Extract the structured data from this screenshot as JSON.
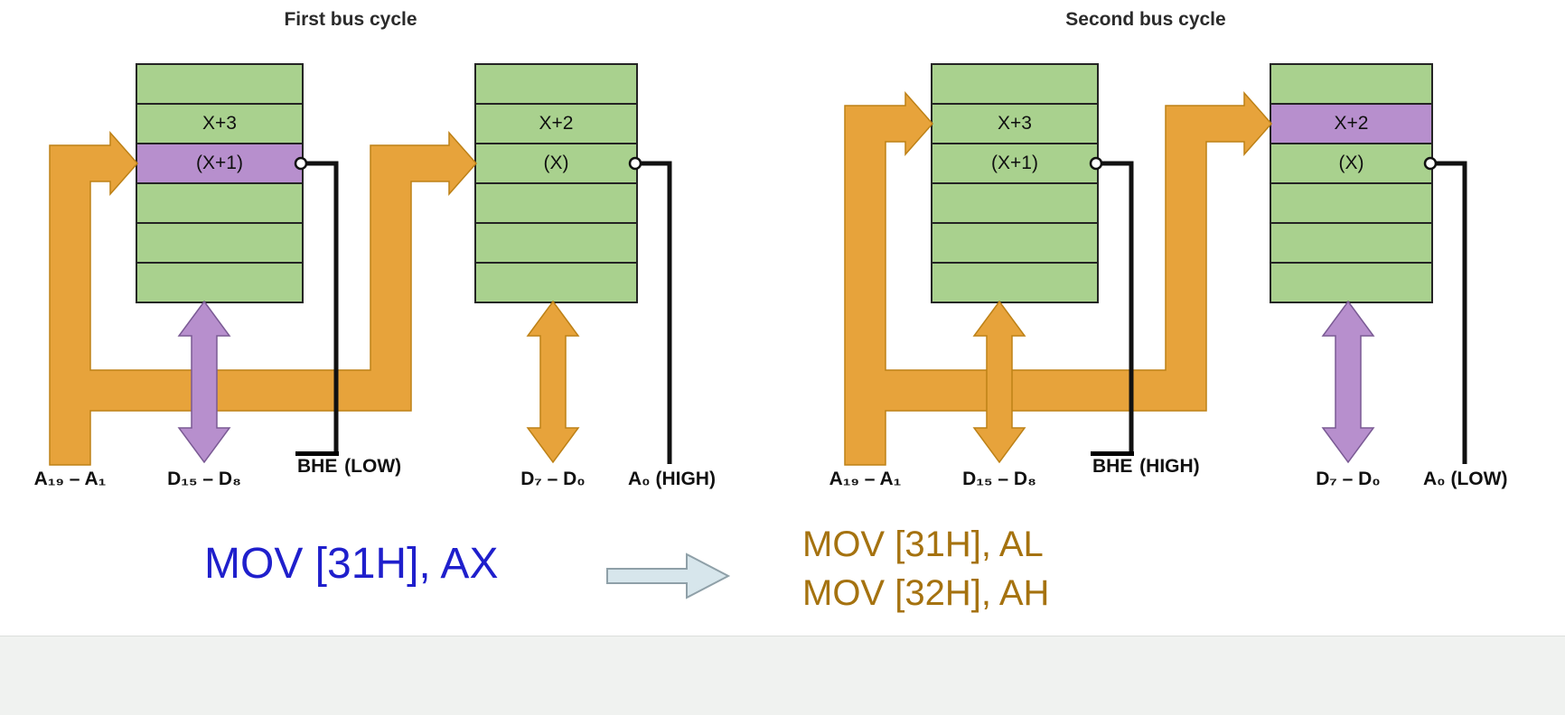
{
  "cycles": [
    {
      "title": "First bus cycle",
      "left_bank": {
        "cells": [
          "",
          "X+3",
          "(X+1)",
          "",
          "",
          ""
        ],
        "highlighted_cell": "(X+1)"
      },
      "right_bank": {
        "cells": [
          "",
          "X+2",
          "(X)",
          "",
          "",
          ""
        ],
        "highlighted_cell": ""
      },
      "signals": {
        "address": "A₁₉ – A₁",
        "data_high": "D₁₅ – D₈",
        "bhe_name": "BHE",
        "bhe_state": " (LOW)",
        "data_low": "D₇ – D₀",
        "a0": "A₀ (HIGH)"
      }
    },
    {
      "title": "Second bus cycle",
      "left_bank": {
        "cells": [
          "",
          "X+3",
          "(X+1)",
          "",
          "",
          ""
        ],
        "highlighted_cell": ""
      },
      "right_bank": {
        "cells": [
          "",
          "X+2",
          "(X)",
          "",
          "",
          ""
        ],
        "highlighted_cell": "X+2"
      },
      "signals": {
        "address": "A₁₉ – A₁",
        "data_high": "D₁₅ – D₈",
        "bhe_name": "BHE",
        "bhe_state": " (HIGH)",
        "data_low": "D₇ – D₀",
        "a0": "A₀ (LOW)"
      }
    }
  ],
  "equation": {
    "source": "MOV [31H], AX",
    "result_line1": "MOV [31H], AL",
    "result_line2": "MOV [32H], AH"
  },
  "icons": {
    "implies_arrow": "right-block-arrow"
  },
  "colors": {
    "cell_green": "#a9d18e",
    "cell_purple": "#b78fcd",
    "bus_orange": "#e7a33b",
    "data_purple": "#b78fcd",
    "line_black": "#111111",
    "source_text_blue": "#1f1fcc",
    "result_text_brown": "#a5720f",
    "implies_fill": "#d7e6ec",
    "implies_border": "#8fa0a8"
  }
}
